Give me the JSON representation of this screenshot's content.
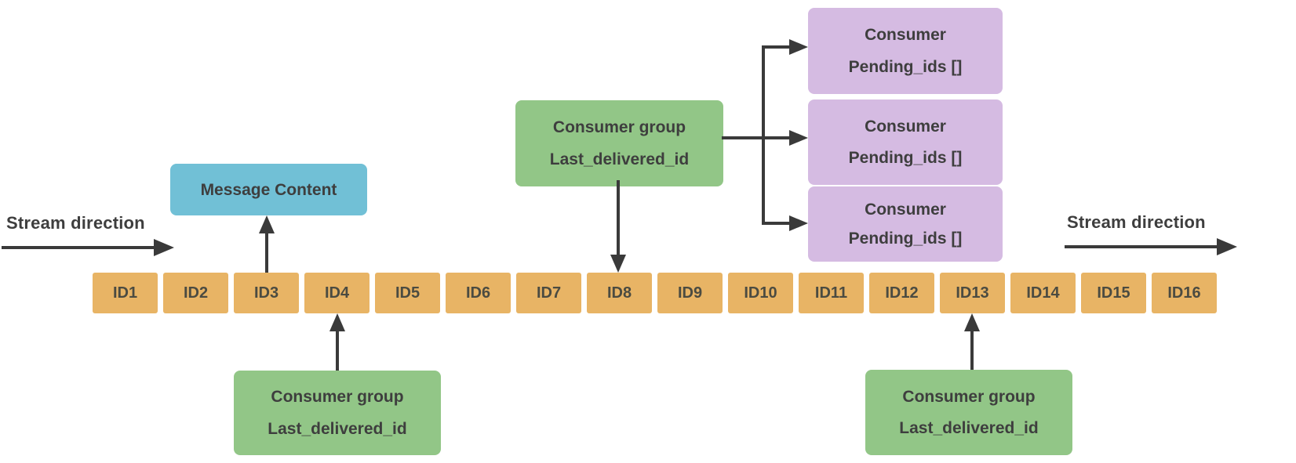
{
  "colors": {
    "canvas-bg": "#ffffff",
    "stream-box": "#e8b465",
    "message-box": "#71c0d6",
    "group-box": "#92c687",
    "consumer-box": "#d5bbe2",
    "line": "#3a3a3a",
    "text": "#3e3e3e"
  },
  "stream": {
    "direction_label_left": "Stream direction",
    "direction_label_right": "Stream direction",
    "entries": [
      "ID1",
      "ID2",
      "ID3",
      "ID4",
      "ID5",
      "ID6",
      "ID7",
      "ID8",
      "ID9",
      "ID10",
      "ID11",
      "ID12",
      "ID13",
      "ID14",
      "ID15",
      "ID16"
    ]
  },
  "message_content": {
    "label": "Message Content"
  },
  "consumer_group_top": {
    "title": "Consumer group",
    "field": "Last_delivered_id"
  },
  "consumer_group_bottom_left": {
    "title": "Consumer group",
    "field": "Last_delivered_id"
  },
  "consumer_group_bottom_right": {
    "title": "Consumer group",
    "field": "Last_delivered_id"
  },
  "consumers": [
    {
      "title": "Consumer",
      "field": "Pending_ids []"
    },
    {
      "title": "Consumer",
      "field": "Pending_ids []"
    },
    {
      "title": "Consumer",
      "field": "Pending_ids []"
    }
  ]
}
